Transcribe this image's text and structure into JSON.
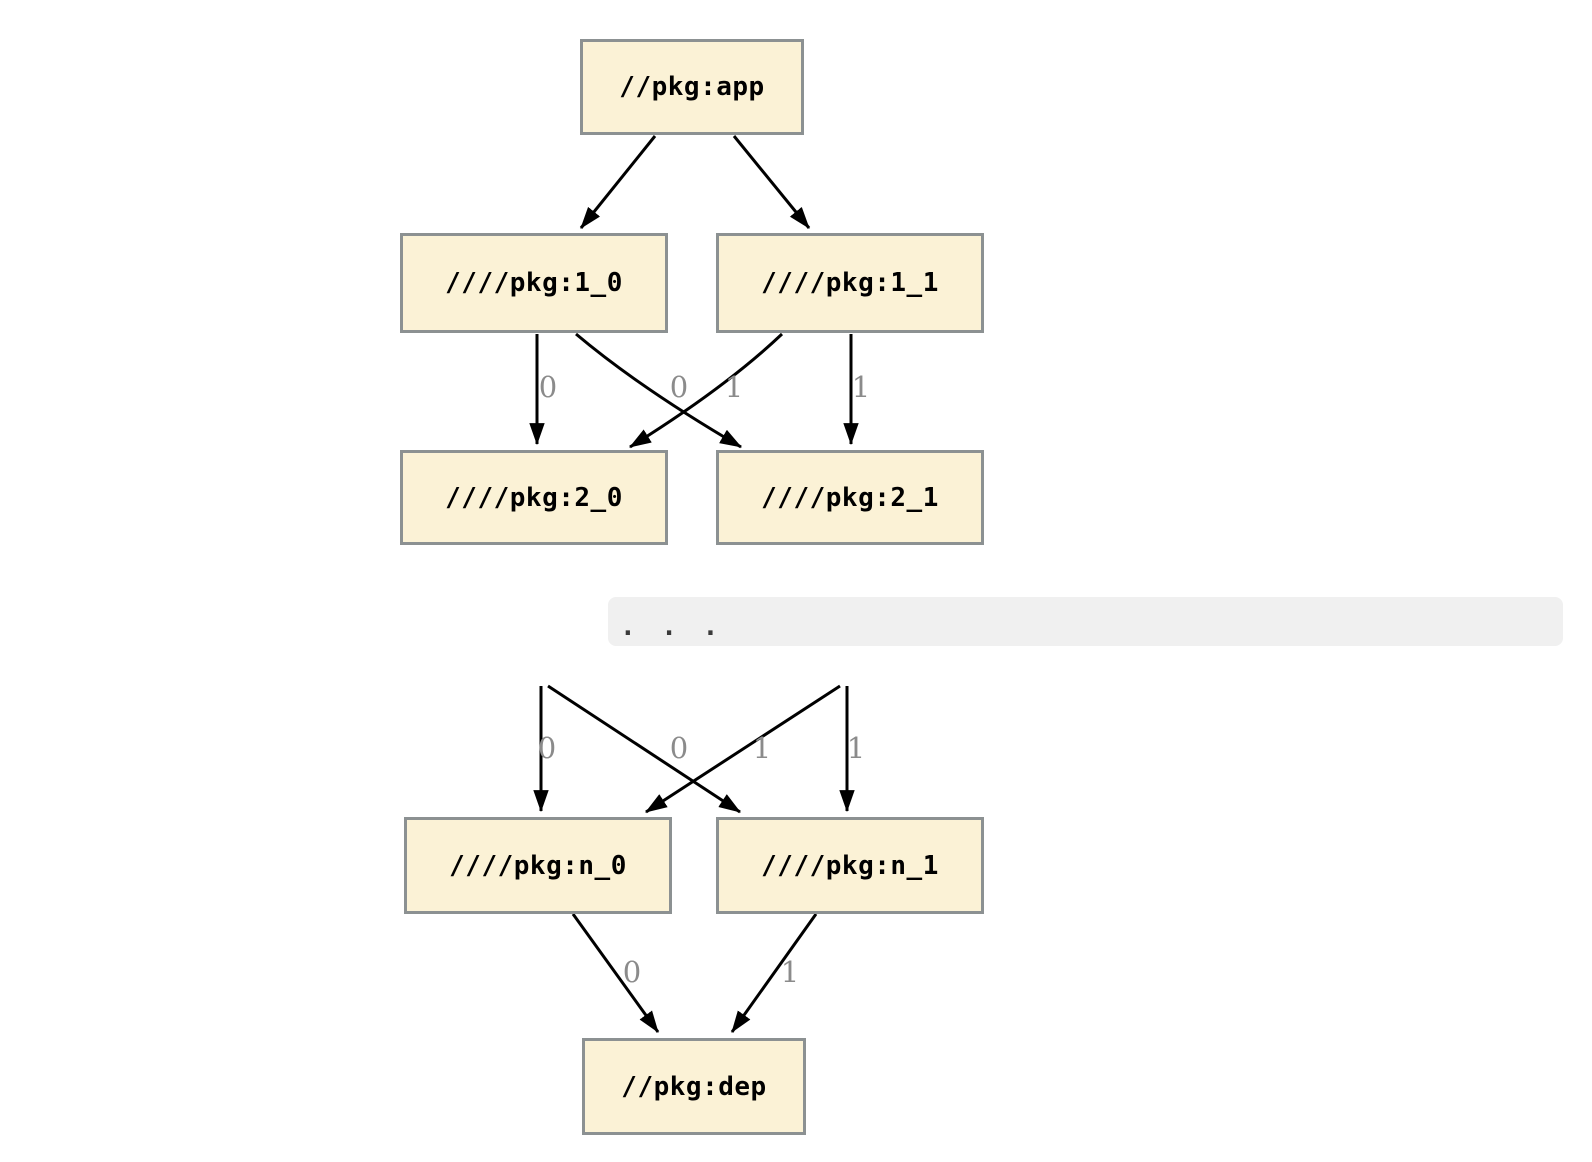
{
  "graph": {
    "kind": "dependency-diagram",
    "colors": {
      "node_fill": "#fbf2d6",
      "node_border": "#8c9192",
      "edge": "#000000",
      "edge_label": "#8b8b8b",
      "ellipsis_bar_bg": "#f0f0f0",
      "background": "#ffffff"
    },
    "nodes": [
      {
        "id": "app",
        "label": "//pkg:app"
      },
      {
        "id": "1_0",
        "label": "////pkg:1_0"
      },
      {
        "id": "1_1",
        "label": "////pkg:1_1"
      },
      {
        "id": "2_0",
        "label": "////pkg:2_0"
      },
      {
        "id": "2_1",
        "label": "////pkg:2_1"
      },
      {
        "id": "n_0",
        "label": "////pkg:n_0"
      },
      {
        "id": "n_1",
        "label": "////pkg:n_1"
      },
      {
        "id": "dep",
        "label": "//pkg:dep"
      }
    ],
    "ellipsis": ". . .",
    "edges": [
      {
        "from": "//pkg:app",
        "to": "////pkg:1_0",
        "label": ""
      },
      {
        "from": "//pkg:app",
        "to": "////pkg:1_1",
        "label": ""
      },
      {
        "from": "////pkg:1_0",
        "to": "////pkg:2_0",
        "label": "0"
      },
      {
        "from": "////pkg:1_0",
        "to": "////pkg:2_1",
        "label": "1"
      },
      {
        "from": "////pkg:1_1",
        "to": "////pkg:2_0",
        "label": "0"
      },
      {
        "from": "////pkg:1_1",
        "to": "////pkg:2_1",
        "label": "1"
      },
      {
        "from": "...",
        "to": "////pkg:n_0",
        "label": "0"
      },
      {
        "from": "...",
        "to": "////pkg:n_1",
        "label": "1"
      },
      {
        "from": "...",
        "to": "////pkg:n_0",
        "label": "0"
      },
      {
        "from": "...",
        "to": "////pkg:n_1",
        "label": "1"
      },
      {
        "from": "////pkg:n_0",
        "to": "//pkg:dep",
        "label": "0"
      },
      {
        "from": "////pkg:n_1",
        "to": "//pkg:dep",
        "label": "1"
      }
    ],
    "edge_label_rows": [
      [
        "0",
        "0",
        "1",
        "1"
      ],
      [
        "0",
        "0",
        "1",
        "1"
      ],
      [
        "0",
        "1"
      ]
    ]
  }
}
